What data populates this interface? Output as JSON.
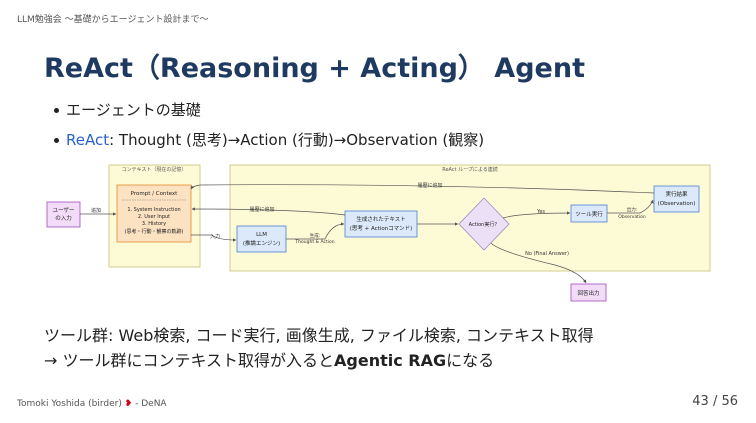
{
  "header": {
    "breadcrumb": "LLM勉強会 〜基礎からエージェント設計まで〜"
  },
  "slide": {
    "title": "ReAct（Reasoning + Acting） Agent",
    "bullets": [
      {
        "text": "エージェントの基礎"
      },
      {
        "link": "ReAct",
        "text": ": Thought (思考)→Action (行動)→Observation (観察)"
      }
    ],
    "body_line1": "ツール群: Web検索, コード実行, 画像生成, ファイル検索, コンテキスト取得",
    "body_line2_prefix": "→ ツール群にコンテキスト取得が入ると",
    "body_line2_bold": "Agentic RAG",
    "body_line2_suffix": "になる"
  },
  "diagram": {
    "context_group_label": "コンテキスト（現在の記憶）",
    "react_group_label": "ReAct ループによる連続",
    "user_input": [
      "ユーザー",
      "の入力"
    ],
    "prompt_title": "Prompt / Context",
    "prompt_items": [
      "1. System Instruction",
      "2. User Input",
      "3. History",
      "(思考・行動・観察の軌跡)"
    ],
    "llm": [
      "LLM",
      "(推論エンジン)"
    ],
    "generated_text": [
      "生成されたテキスト",
      "(思考 + Actionコマンド)"
    ],
    "decision": "Action実行？",
    "tool_exec": "ツール実行",
    "exec_result": [
      "実行結果",
      "(Observation)"
    ],
    "answer": "回答出力",
    "edges": {
      "add": "追加",
      "input": "入力",
      "generate": [
        "生成:",
        "Thought & Action"
      ],
      "history_add_1": "履歴に追加",
      "history_add_2": "履歴に追加",
      "yes": "Yes",
      "output": [
        "出力:",
        "Observation"
      ],
      "no": "No (Final Answer)"
    }
  },
  "footer": {
    "author": "Tomoki Yoshida (birder)",
    "org": " - DeNA",
    "page": "43 / 56"
  },
  "colors": {
    "title": "#1f3a60",
    "link": "#2a62c9",
    "group_bg": "#fdfbd6",
    "node_blue": "#dbe9fb",
    "node_purple": "#f2dcf7",
    "node_orange": "#fde2c2"
  }
}
